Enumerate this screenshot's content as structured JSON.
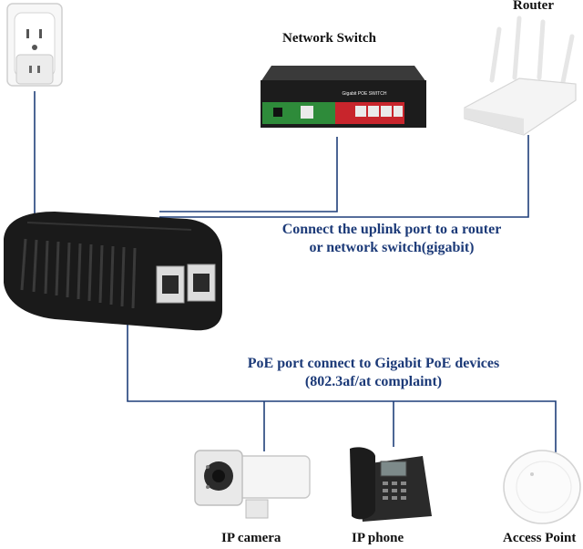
{
  "labels": {
    "router": "Router",
    "network_switch": "Network Switch",
    "uplink_line1": "Connect the uplink port to a router",
    "uplink_line2": "or network switch(gigabit)",
    "poe_line1": "PoE port connect to Gigabit PoE devices",
    "poe_line2": "(802.3af/at complaint)",
    "ip_camera": "IP camera",
    "ip_phone": "IP phone",
    "access_point": "Access Point",
    "switch_brand": "Gigabit POE SWITCH"
  },
  "colors": {
    "line": "#1f3f7a",
    "caption_blue": "#1c3a78",
    "injector_body": "#1a1a1a",
    "switch_green": "#2e8b3a",
    "switch_red": "#c8252c"
  },
  "icons": [
    "wall-outlet-icon",
    "network-switch-icon",
    "router-icon",
    "poe-injector-icon",
    "ip-camera-icon",
    "ip-phone-icon",
    "access-point-icon"
  ]
}
